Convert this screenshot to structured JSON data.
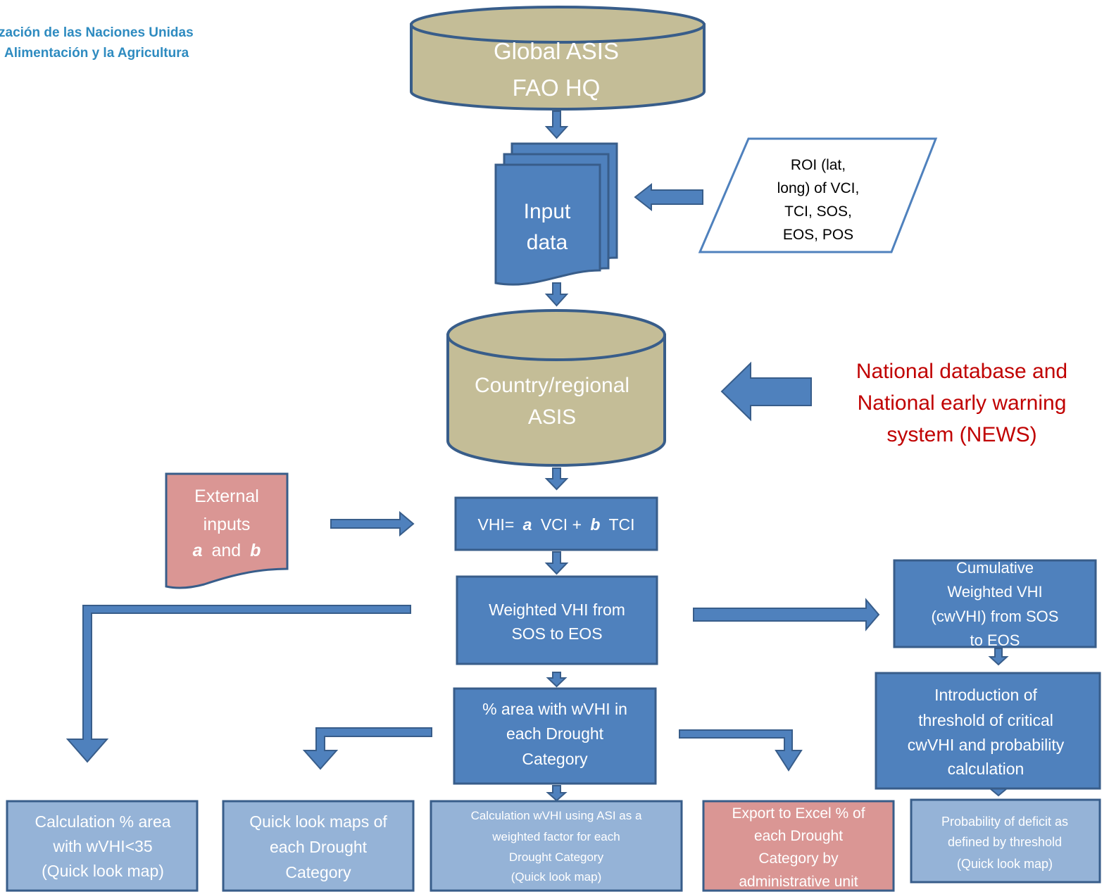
{
  "logo": {
    "line1": "zación de las Naciones Unidas",
    "line2": "Alimentación y la Agricultura"
  },
  "nodes": {
    "global_asis": [
      "Global ASIS",
      "FAO HQ"
    ],
    "input_data": [
      "Input",
      "data"
    ],
    "roi": [
      "ROI (lat,",
      "long) of VCI,",
      "TCI, SOS,",
      "EOS, POS"
    ],
    "country_asis": [
      "Country/regional",
      "ASIS"
    ],
    "national_db": [
      "National database and",
      "National early warning",
      "system (NEWS)"
    ],
    "external_inputs": {
      "line1": "External",
      "line2": "inputs",
      "var_a": "a",
      "and": "and",
      "var_b": "b"
    },
    "vhi": {
      "prefix": "VHI=",
      "var_a": "a",
      "mid": "VCI +",
      "var_b": "b",
      "suffix": "TCI"
    },
    "weighted_vhi": [
      "Weighted VHI from",
      "SOS  to EOS"
    ],
    "cumulative": [
      "Cumulative",
      "Weighted VHI",
      "(cwVHI) from SOS",
      "to EOS"
    ],
    "area_wvhi": [
      "% area with wVHI in",
      "each Drought",
      "Category"
    ],
    "threshold": [
      "Introduction of",
      "threshold of critical",
      "cwVHI and probability",
      "calculation"
    ]
  },
  "outputs": {
    "calc_area": [
      "Calculation % area",
      "with wVHI<35",
      "(Quick look map)"
    ],
    "quick_look": [
      "Quick look maps of",
      "each Drought",
      "Category"
    ],
    "calc_wvhi_asi": [
      "Calculation  wVHI  using ASI as a",
      "weighted factor for each",
      "Drought Category",
      "(Quick look map)"
    ],
    "export_excel": [
      "Export to Excel % of",
      "each Drought",
      "Category  by",
      "administrative unit"
    ],
    "probability": [
      "Probability of deficit as",
      "defined by threshold",
      "(Quick look map)"
    ]
  },
  "colors": {
    "blue": "#4f81bd",
    "blue_border": "#385d8a",
    "light_blue": "#95b3d7",
    "tan": "#c4bd97",
    "salmon": "#da9694",
    "red_text": "#c00000",
    "logo": "#2e8bc0"
  }
}
